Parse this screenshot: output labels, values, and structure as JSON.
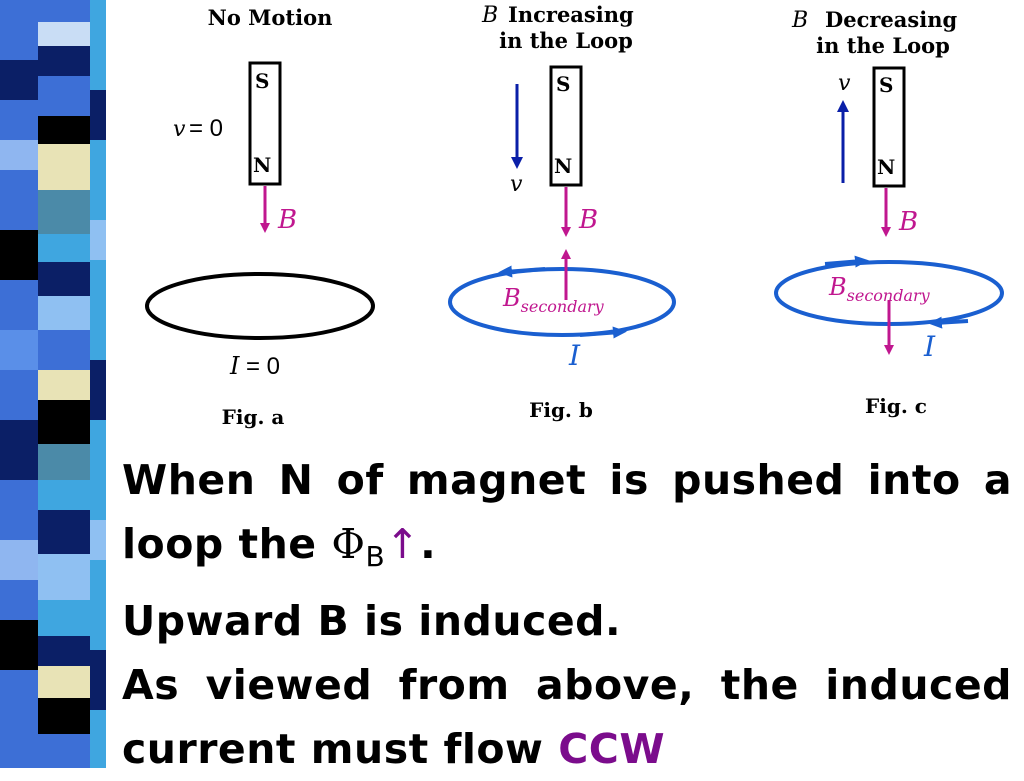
{
  "panel_a": {
    "title": "No Motion",
    "magnet_top": "S",
    "magnet_bottom": "N",
    "velocity_var": "v",
    "velocity_value": "= 0",
    "field_label": "B",
    "current_var": "I",
    "current_value": "= 0",
    "caption": "Fig. a"
  },
  "panel_b": {
    "title_var": "B",
    "title_line1": "Increasing",
    "title_line2": "in the Loop",
    "magnet_top": "S",
    "magnet_bottom": "N",
    "velocity_var": "v",
    "field_label": "B",
    "secondary_main": "B",
    "secondary_sub": "secondary",
    "current_var": "I",
    "caption": "Fig. b"
  },
  "panel_c": {
    "title_var": "B",
    "title_line1": "Decreasing",
    "title_line2": "in the Loop",
    "magnet_top": "S",
    "magnet_bottom": "N",
    "velocity_var": "v",
    "field_label": "B",
    "secondary_main": "B",
    "secondary_sub": "secondary",
    "current_var": "I",
    "caption": "Fig. c"
  },
  "text": {
    "line1": "When N of magnet is pushed into a",
    "line2_pre": "loop the ",
    "phi_symbol": "Φ",
    "phi_sub": "B",
    "phi_arrow": "↑",
    "line2_post": ".",
    "line3": "Upward B is induced.",
    "line4": "As viewed from above, the induced",
    "line5_pre": "current must flow ",
    "line5_highlight": "CCW"
  },
  "colors": {
    "magenta": "#c0178f",
    "blue": "#1a5fd0",
    "dark_blue": "#0a1fa8",
    "purple_text": "#7b0c8c"
  }
}
